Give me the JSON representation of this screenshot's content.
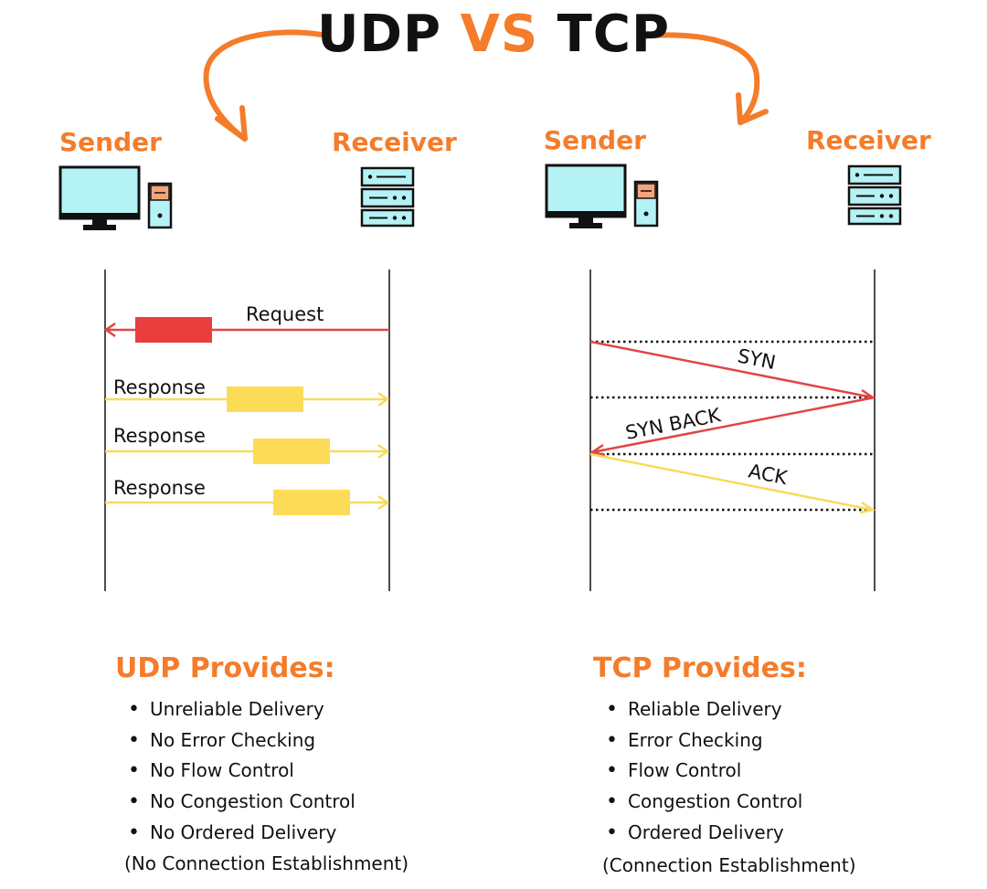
{
  "title": {
    "left": "UDP",
    "vs": "VS",
    "right": "TCP"
  },
  "colors": {
    "accent": "#f47c2a",
    "red": "#e04646",
    "yellow": "#f7dc5c",
    "monitor": "#b5f2f5"
  },
  "udp": {
    "sender_label": "Sender",
    "receiver_label": "Receiver",
    "sender_icon": "desktop-computer-icon",
    "receiver_icon": "server-icon",
    "request_label": "Request",
    "response_labels": [
      "Response",
      "Response",
      "Response"
    ],
    "provides_title": "UDP Provides:",
    "features": [
      "Unreliable Delivery",
      "No Error Checking",
      "No Flow Control",
      "No Congestion Control",
      "No Ordered Delivery"
    ],
    "note": "(No Connection Establishment)"
  },
  "tcp": {
    "sender_label": "Sender",
    "receiver_label": "Receiver",
    "sender_icon": "desktop-computer-icon",
    "receiver_icon": "server-icon",
    "syn_label": "SYN",
    "syn_back_label": "SYN BACK",
    "ack_label": "ACK",
    "provides_title": "TCP Provides:",
    "features": [
      "Reliable Delivery",
      "Error Checking",
      "Flow Control",
      "Congestion Control",
      "Ordered Delivery"
    ],
    "note": "(Connection Establishment)"
  }
}
